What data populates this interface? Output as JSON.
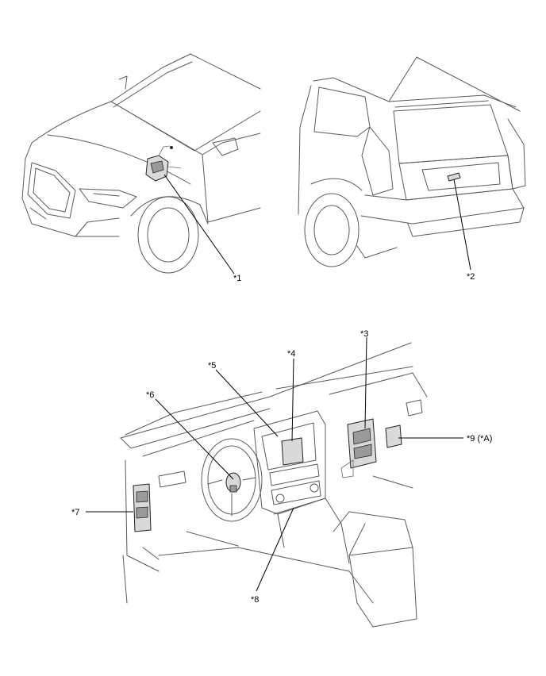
{
  "callouts": {
    "c1": "*1",
    "c2": "*2",
    "c3": "*3",
    "c4": "*4",
    "c5": "*5",
    "c6": "*6",
    "c7": "*7",
    "c8": "*8",
    "c9": "*9 (*A)"
  },
  "colors": {
    "line": "#5a5a5a",
    "part_fill": "#d9d9d9",
    "text": "#000000"
  }
}
